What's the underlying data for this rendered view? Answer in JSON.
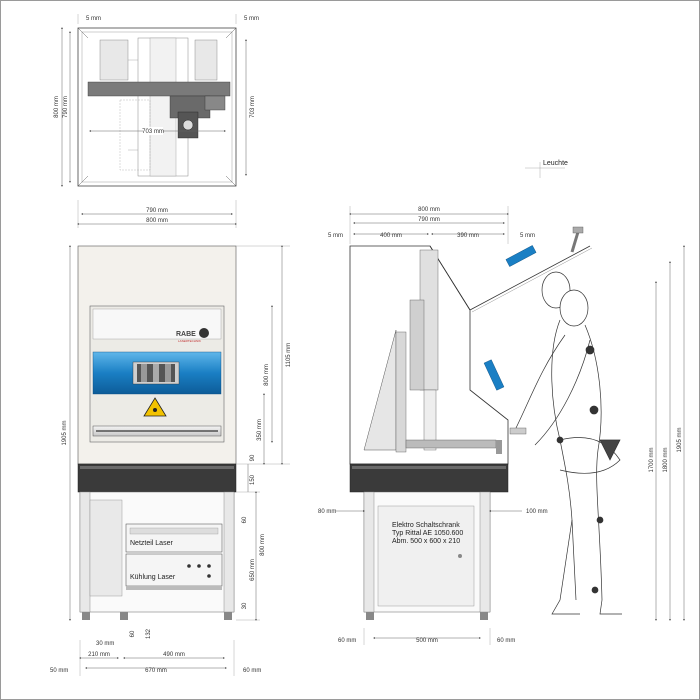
{
  "top_view": {
    "dim_left_5": "5 mm",
    "dim_right_5": "5 mm",
    "dim_800_v": "800 mm",
    "dim_790_v": "790 mm",
    "dim_703_v": "703 mm",
    "dim_703_h": "703 mm",
    "dim_790_h": "790 mm",
    "dim_800_h": "800 mm"
  },
  "front_view": {
    "brand": "RABE",
    "brand_sub": "LASERTECHNIK",
    "dim_1905": "1905 mm",
    "dim_1105": "1105 mm",
    "dim_800": "800 mm",
    "dim_350": "350 mm",
    "dim_90": "90",
    "dim_150": "150",
    "dim_60": "60",
    "dim_650": "650 mm",
    "dim_800b": "800 mm",
    "dim_30": "30",
    "label_netzteil": "Netzteil Laser",
    "label_kuehlung": "Kühlung Laser",
    "dim_30mm": "30 mm",
    "dim_60b": "60",
    "dim_132": "132",
    "dim_210": "210 mm",
    "dim_490": "490 mm",
    "dim_50": "50 mm",
    "dim_670": "670 mm",
    "dim_60mm": "60 mm"
  },
  "side_view": {
    "leuchte": "Leuchte",
    "dim_800": "800 mm",
    "dim_790": "790 mm",
    "dim_5_left": "5 mm",
    "dim_400": "400 mm",
    "dim_390": "390 mm",
    "dim_5_right": "5 mm",
    "dim_1700": "1700 mm",
    "dim_1800": "1800 mm",
    "dim_1905": "1905 mm",
    "dim_80": "80 mm",
    "dim_100": "100 mm",
    "cabinet_line1": "Elektro Schaltschrank",
    "cabinet_line2": "Typ Rittal AE 1050.600",
    "cabinet_line3": "Abm. 500 x 600 x 210",
    "dim_60_left": "60 mm",
    "dim_500": "500 mm",
    "dim_60_right": "60 mm"
  },
  "colors": {
    "machine_blue": "#1a7fc4",
    "machine_dark": "#3a3a3a",
    "warning_yellow": "#f2c200"
  }
}
